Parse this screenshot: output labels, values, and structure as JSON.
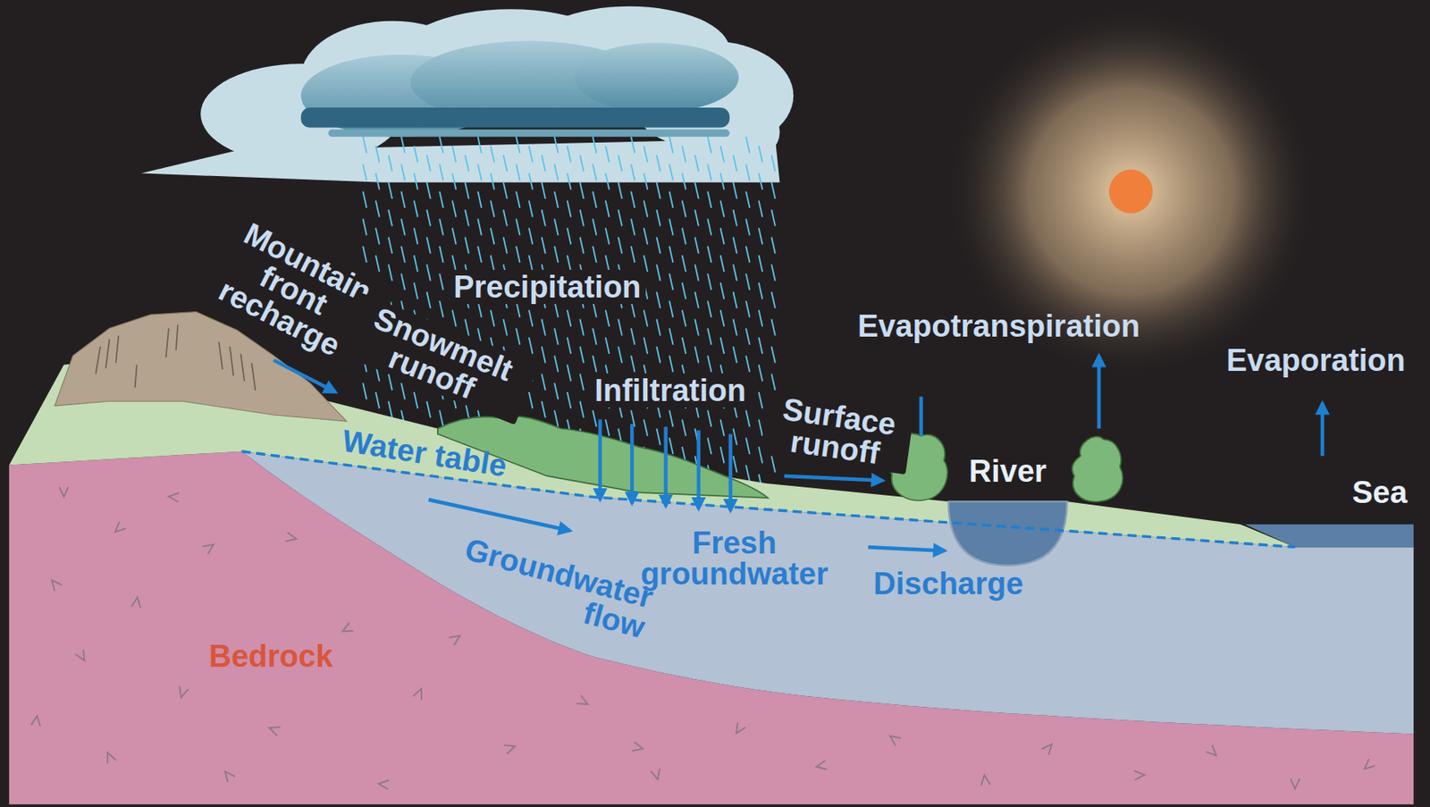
{
  "diagram": {
    "labels": [
      "Mountain front recharge",
      "Snowmelt runoff",
      "Precipitation",
      "Infiltration",
      "Evapotranspiration",
      "Evaporation",
      "Surface runoff",
      "Water table",
      "River",
      "Sea",
      "Groundwater flow",
      "Fresh groundwater",
      "Discharge",
      "Bedrock"
    ]
  }
}
